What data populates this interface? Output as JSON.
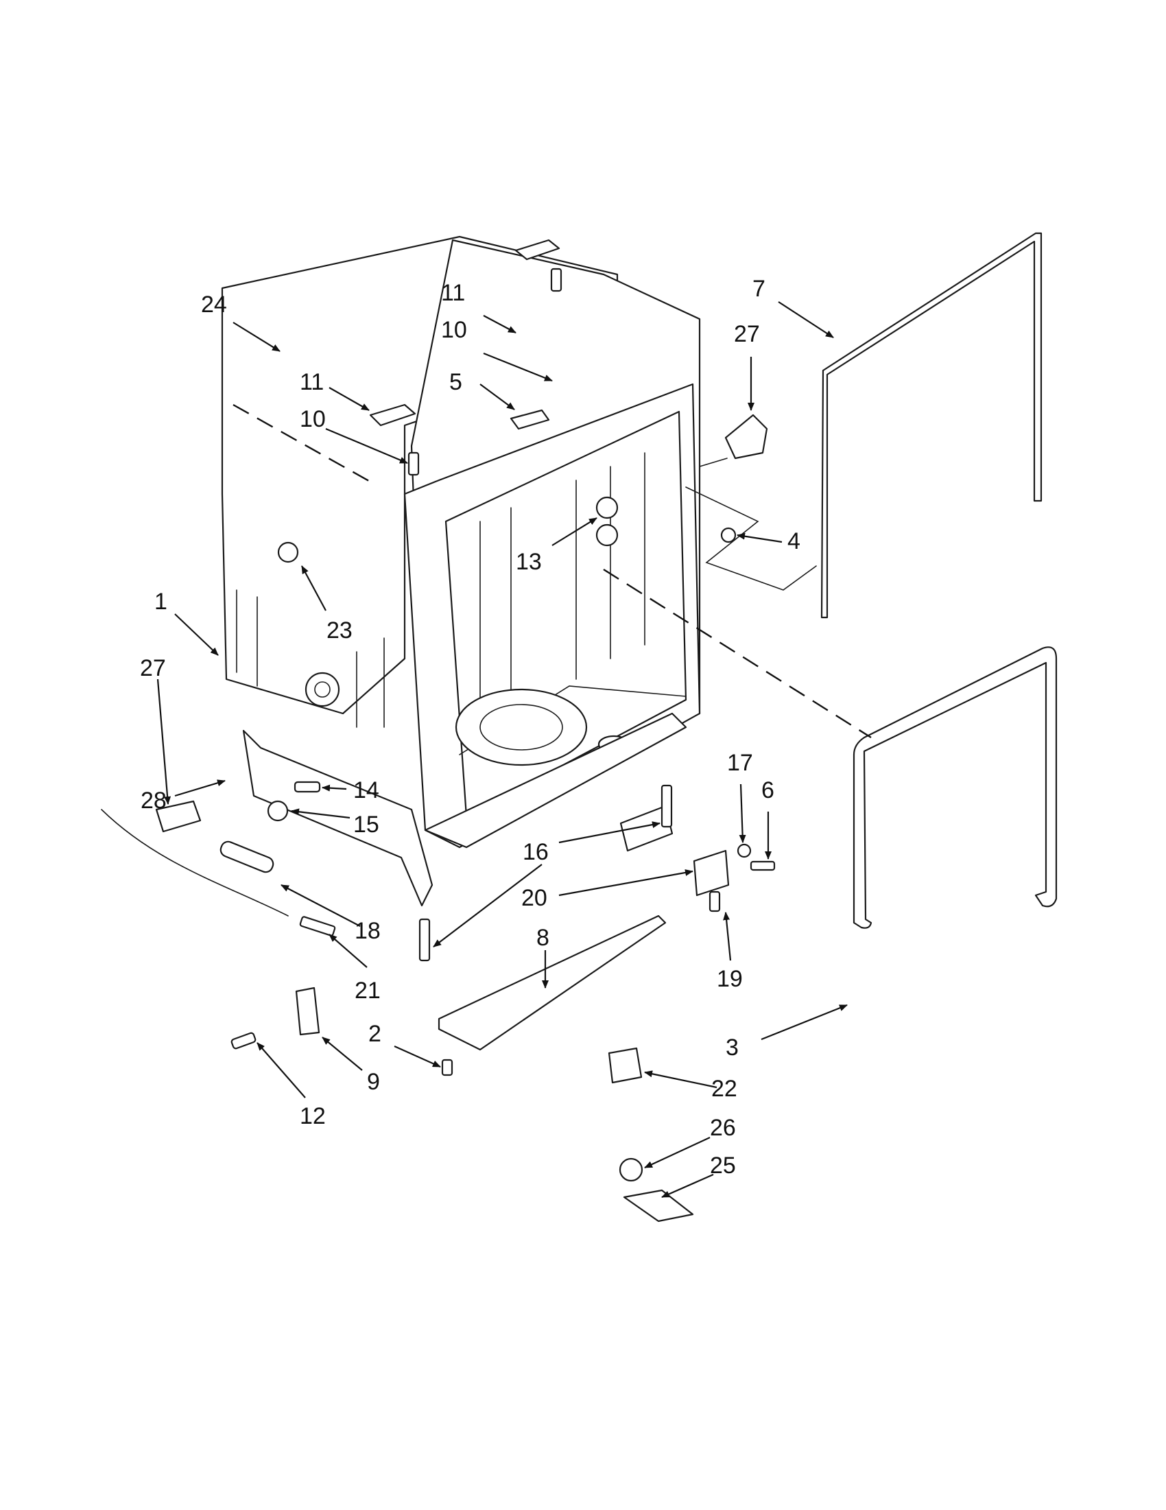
{
  "callouts": {
    "c1": "1",
    "c2": "2",
    "c3": "3",
    "c4": "4",
    "c5": "5",
    "c6": "6",
    "c7": "7",
    "c8": "8",
    "c9": "9",
    "c10a": "10",
    "c10b": "10",
    "c11a": "11",
    "c11b": "11",
    "c12": "12",
    "c13": "13",
    "c14": "14",
    "c15": "15",
    "c16": "16",
    "c17": "17",
    "c18": "18",
    "c19": "19",
    "c20": "20",
    "c21": "21",
    "c22": "22",
    "c23": "23",
    "c24": "24",
    "c25": "25",
    "c26": "26",
    "c27a": "27",
    "c27b": "27",
    "c28": "28"
  }
}
